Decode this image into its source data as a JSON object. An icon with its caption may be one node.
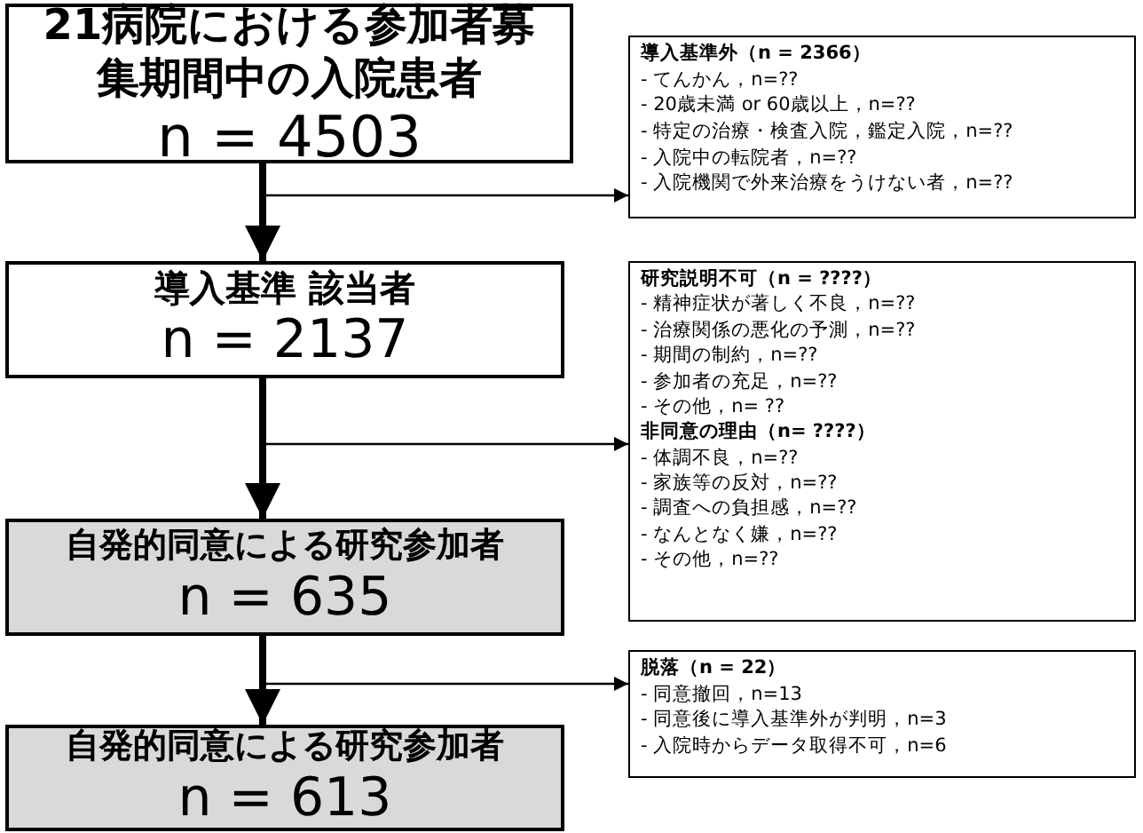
{
  "diagram": {
    "nodes": [
      {
        "text": [
          "21病院における参加者募集期間中の入院患者",
          "n = 4503"
        ]
      },
      {
        "text": [
          "導入基準 該当者",
          "n = 2137"
        ]
      },
      {
        "text": [
          "自発的同意による研究参加者",
          "n = 635"
        ]
      },
      {
        "text": [
          "自発的同意による研究参加者",
          "n = 613"
        ]
      },
      {
        "text": [
          "導入基準外（n = 2366）",
          "- てんかん，n=??",
          "- 20歳未満 or 60歳以上，n=??",
          "- 特定の治療・検査入院，鑑定入院，n=??",
          "- 入院中の転院者，n=??",
          "- 入院機関で外来治療をうけない者，n=??"
        ]
      },
      {
        "text": [
          "研究説明不可（n = ????）",
          "- 精神症状が著しく不良，n=??",
          "- 治療関係の悪化の予測，n=??",
          "- 期間の制約，n=??",
          "- 参加者の充足，n=??",
          "- その他，n= ??",
          "非同意の理由（n= ????）",
          "- 体調不良，n=??",
          "- 家族等の反対，n=??",
          "- 調査への負担感，n=??",
          "- なんとなく嫌，n=??",
          "- その他，n=??"
        ]
      },
      {
        "text": [
          "脱落（n = 22）",
          "- 同意撤回，n=13",
          "- 同意後に導入基準外が判明，n=3",
          "- 入院時からデータ取得不可，n=6"
        ]
      }
    ],
    "edges": [
      {
        "from": 0,
        "to": 1,
        "arrow": "to",
        "style": "thick"
      },
      {
        "from": 1,
        "to": 2,
        "arrow": "to",
        "style": "thick"
      },
      {
        "from": 2,
        "to": 3,
        "arrow": "to",
        "style": "thick"
      },
      {
        "from": 0,
        "to": 4,
        "arrow": "to"
      },
      {
        "from": 1,
        "to": 5,
        "arrow": "to"
      },
      {
        "from": 2,
        "to": 6,
        "arrow": "to"
      }
    ]
  }
}
